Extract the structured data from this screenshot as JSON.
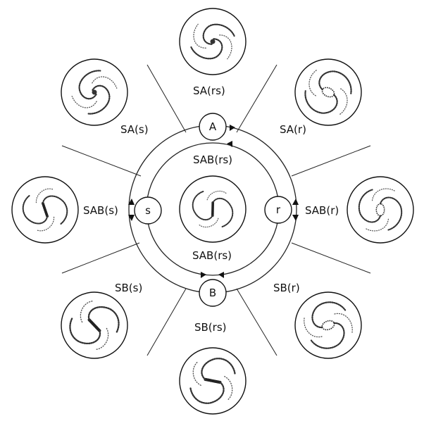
{
  "nodes": {
    "top": "A",
    "bottom": "B",
    "left": "s",
    "right": "r"
  },
  "labels": {
    "sa_rs": "SA(rs)",
    "sa_s": "SA(s)",
    "sa_r": "SA(r)",
    "sab_rs_top": "SAB(rs)",
    "sab_s": "SAB(s)",
    "sab_r": "SAB(r)",
    "sab_rs_bottom": "SAB(rs)",
    "sb_s": "SB(s)",
    "sb_r": "SB(r)",
    "sb_rs": "SB(rs)"
  },
  "galaxies": [
    {
      "id": "sa-rs",
      "bar": false,
      "ring": false
    },
    {
      "id": "sa-s",
      "bar": false,
      "ring": false
    },
    {
      "id": "sa-r",
      "bar": false,
      "ring": true
    },
    {
      "id": "sab-s",
      "bar": true,
      "ring": false
    },
    {
      "id": "sab-rs-center",
      "bar": true,
      "ring": false
    },
    {
      "id": "sab-r",
      "bar": true,
      "ring": true
    },
    {
      "id": "sb-s",
      "bar": true,
      "ring": false
    },
    {
      "id": "sb-r",
      "bar": true,
      "ring": true
    },
    {
      "id": "sb-rs",
      "bar": true,
      "ring": false
    }
  ]
}
